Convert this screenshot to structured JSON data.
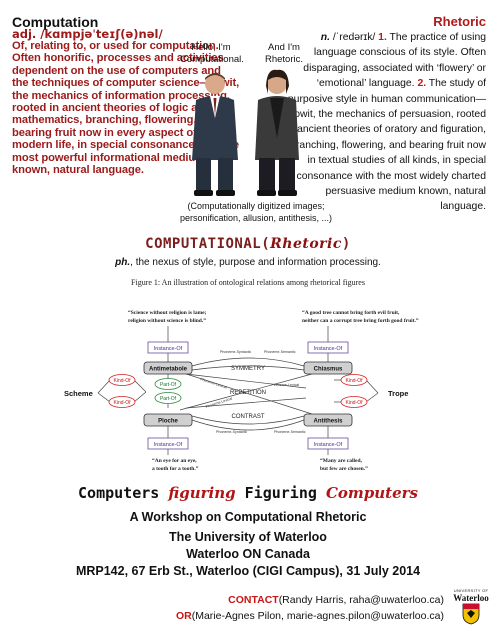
{
  "computation": {
    "headword": "Computation",
    "pronunciation": "adj. /kɑmpjəˈteɪʃ(ə)nəl/",
    "definition": "Of, relating to, or used for computation. Often honorific, processes and activities dependent on the use of computers and the techniques of computer science—towit, the mechanics of information processing, rooted in ancient theories of logic and mathematics, branching, flowering, and bearing fruit now in every aspect of modern life, in special consonance with the most powerful informational medium known, natural language."
  },
  "rhetoric": {
    "headword": "Rhetoric",
    "pos": "n.",
    "pronunciation": " /ˈredərɪk/ ",
    "num1": "1.",
    "sense1": " The practice of using language conscious of its style. Often disparaging, associated with ‘flowery’ or ‘emotional’ language. ",
    "num2": "2.",
    "sense2": " The study of purposive style in human communication—towit, the mechanics of persuasion, rooted in ancient theories of oratory and figuration, branching, flowering, and bearing fruit now in textual studies of all kinds, in special consonance with the most widely charted persuasive medium known, natural language."
  },
  "people": {
    "left_speech": "Hello, I'm Computational.",
    "right_speech": "And I'm Rhetoric.",
    "caption": "(Computationally digitized images; personification, allusion, antithesis, ...)"
  },
  "mix_title": {
    "part1": "COMPUTATIONAL(",
    "part2": "Rhetoric",
    "part3": ")"
  },
  "ph_line": {
    "abbr": "ph.",
    "text": ", the nexus of style, purpose and information processing."
  },
  "figure": {
    "caption": "Figure 1: An illustration of ontological relations among rhetorical figures",
    "quote_tl": [
      "“Science without religion is lame;",
      "religion without science is blind.”"
    ],
    "quote_tr": [
      "“A good tree cannot bring forth evil fruit,",
      "neither can a corrupt tree bring forth good fruit.”"
    ],
    "quote_bl": [
      "“An eye for an eye,",
      "a tooth for a tooth.”"
    ],
    "quote_br": [
      "“Many are called,",
      "but few are chosen.”"
    ],
    "nodes": {
      "antimetabole": "Antimetabole",
      "chiasmus": "Chiasmus",
      "ploche": "Ploche",
      "antithesis": "Antithesis",
      "scheme": "Scheme",
      "trope": "Trope",
      "symmetry": "SYMMETRY",
      "repetition": "REPETITION",
      "contrast": "CONTRAST"
    },
    "relations": {
      "instance_of": "Instance-Of",
      "kind_of": "Kind-Of",
      "part_of": "Part-Of",
      "phonemic_syntactic": "Phoneme-Syntactic",
      "phoneme_semantic": "Phoneme-Semantic",
      "phoneme_lexical": "Phoneme-Lexical",
      "lexeme_lexical": "Lexeme-Lexical",
      "phoneme_lexical_b": "Phoneme-Lexical"
    }
  },
  "workshop": {
    "title_1": "Computers ",
    "title_2": "figuring",
    "title_3": " Figuring ",
    "title_4": "Computers",
    "subtitle": "A Workshop on Computational Rhetoric",
    "university": "The University of Waterloo",
    "city": "Waterloo ON Canada",
    "address": "MRP142, 67 Erb St., Waterloo (CIGI Campus), 31 July 2014"
  },
  "contact": {
    "label1": "CONTACT",
    "text1": "(Randy Harris, raha@uwaterloo.ca)",
    "label2": "OR",
    "text2": "(Marie-Agnes Pilon, marie-agnes.pilon@uwaterloo.ca)"
  },
  "logo": {
    "university_of": "UNIVERSITY OF",
    "name": "Waterloo"
  },
  "colors": {
    "accent_red": "#b11a1a",
    "dark_red": "#9b1a1a",
    "instance_purple": "#6a4fa3",
    "kind_red": "#d42020",
    "part_green": "#2f8a3a"
  }
}
